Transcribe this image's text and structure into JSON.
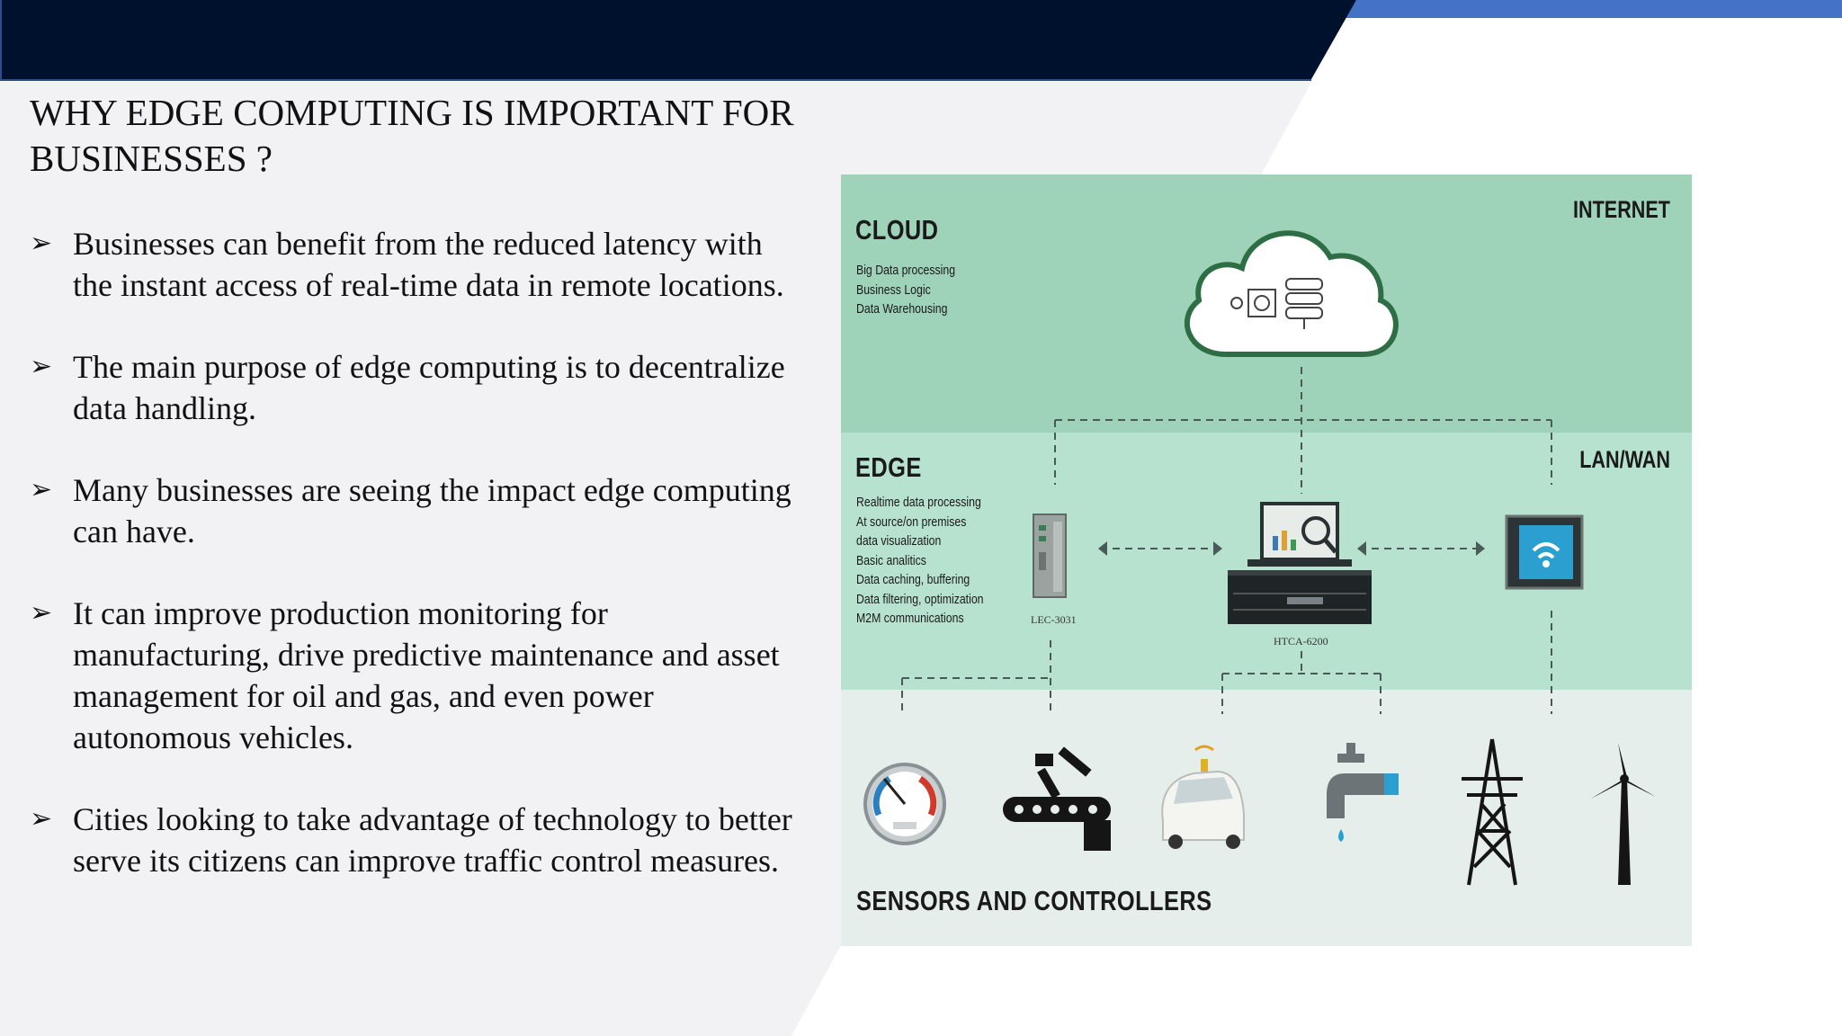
{
  "slide": {
    "title": "WHY EDGE COMPUTING IS IMPORTANT FOR BUSINESSES ?",
    "bullet_symbol": "➢",
    "bullets": [
      {
        "text": "Businesses can benefit from the reduced latency with the instant access of real-time data in remote locations."
      },
      {
        "text": "The main purpose of edge computing is to decentralize data handling."
      },
      {
        "text": "Many businesses are seeing the impact edge computing can have."
      },
      {
        "text": "It can improve production monitoring for manufacturing,  drive predictive maintenance and asset management for oil and gas, and even power autonomous vehicles."
      },
      {
        "text": "Cities looking to take advantage of technology to better serve its citizens can improve traffic control measures."
      }
    ]
  },
  "diagram": {
    "cloud": {
      "heading": "CLOUD",
      "items": [
        "Big Data processing",
        "Business Logic",
        "Data Warehousing"
      ],
      "right_label": "INTERNET"
    },
    "edge": {
      "heading": "EDGE",
      "items": [
        "Realtime data processing",
        "At source/on premises",
        "data visualization",
        "Basic analitics",
        "Data caching, buffering",
        "Data filtering, optimization",
        "M2M communications"
      ],
      "right_label": "LAN/WAN",
      "devices": {
        "left": "LEC-3031",
        "center": "HTCA-6200"
      }
    },
    "sensors": {
      "heading": "SENSORS AND CONTROLLERS",
      "icons": [
        "gauge-icon",
        "robot-arm-icon",
        "autonomous-car-icon",
        "water-tap-icon",
        "power-pylon-icon",
        "wind-turbine-icon"
      ]
    }
  },
  "colors": {
    "header_navy": "#00112e",
    "header_blue": "#4472c4",
    "panel_gray": "#f2f2f4",
    "cloud_band": "#9fd3b9",
    "edge_band": "#b8e2d0",
    "sensor_band": "#e6eeec"
  }
}
